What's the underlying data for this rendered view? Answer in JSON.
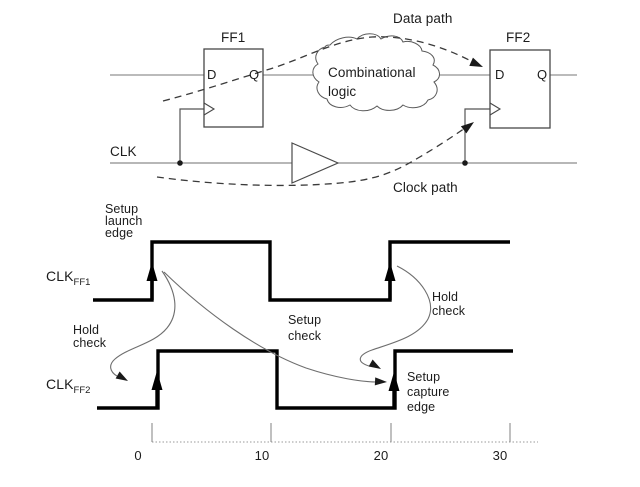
{
  "circuit": {
    "ff1_label": "FF1",
    "ff2_label": "FF2",
    "d_pin": "D",
    "q_pin": "Q",
    "clk_label": "CLK",
    "cloud_label": "Combinational\nlogic",
    "data_path_label": "Data path",
    "clock_path_label": "Clock path"
  },
  "timing": {
    "clk_ff1_base": "CLK",
    "clk_ff1_sub": "FF1",
    "clk_ff2_base": "CLK",
    "clk_ff2_sub": "FF2",
    "setup_launch_label": "Setup\nlaunch\nedge",
    "hold_check_left_label": "Hold\ncheck",
    "setup_check_label": "Setup\ncheck",
    "hold_check_right_label": "Hold\ncheck",
    "setup_capture_label": "Setup\ncapture\nedge",
    "axis": {
      "ticks": [
        "0",
        "10",
        "20",
        "30"
      ],
      "min": 0,
      "max": 30
    },
    "waveforms": [
      {
        "name": "CLK_FF1",
        "rising_edges": [
          0,
          20
        ],
        "falling_edges": [
          10
        ]
      },
      {
        "name": "CLK_FF2",
        "rising_edges": [
          0.5,
          20.5
        ],
        "falling_edges": [
          10.5
        ]
      }
    ]
  },
  "colors": {
    "background": "#ffffff",
    "waveform": "#000000",
    "wire_gray": "#929292",
    "dark_line": "#3a3a3a",
    "curve_gray": "#6e6e6e",
    "text": "#1c1c1c"
  }
}
